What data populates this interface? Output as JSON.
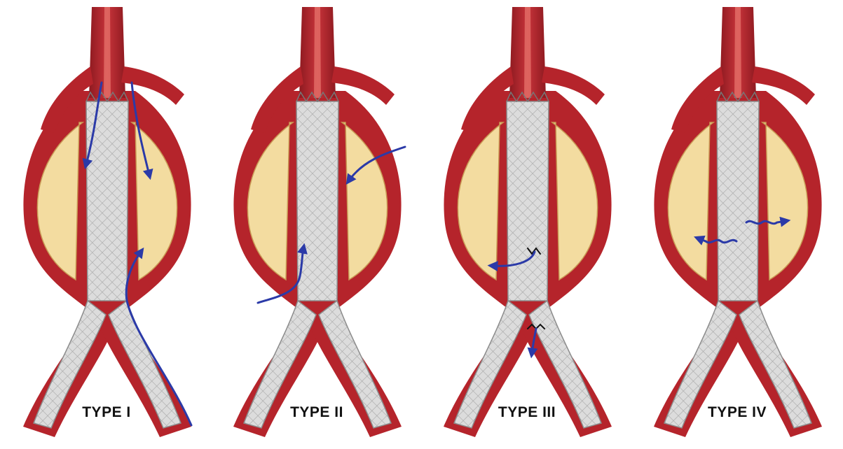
{
  "panels": [
    {
      "label": "TYPE I",
      "leak": "attachment"
    },
    {
      "label": "TYPE II",
      "leak": "branch"
    },
    {
      "label": "TYPE III",
      "leak": "junction"
    },
    {
      "label": "TYPE IV",
      "leak": "porosity"
    }
  ],
  "colors": {
    "vessel_outer": "#b5242b",
    "vessel_dark": "#8e1a20",
    "vessel_highlight": "#e8786f",
    "thrombus": "#f3dca0",
    "thrombus_edge": "#c99a55",
    "graft": "#d9d9d9",
    "graft_mesh": "#a8a8a8",
    "arrow": "#2b3aa8",
    "defect": "#111111"
  }
}
